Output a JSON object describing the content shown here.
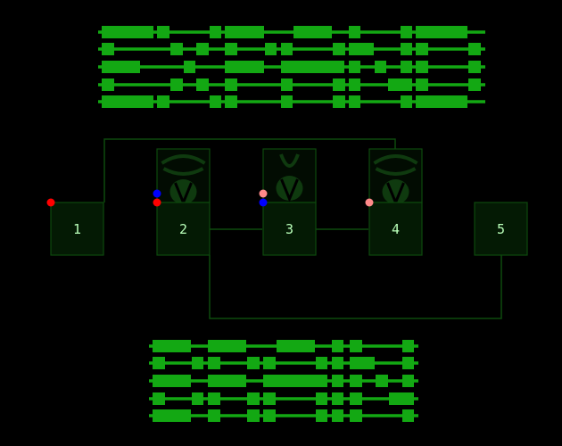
{
  "colors": {
    "background": "#000000",
    "bar": "#13a813",
    "box_fill": "#041a04",
    "box_stroke": "#0d4a0d",
    "wire": "#0d4a0d",
    "label": "#b9ffb9",
    "glyph": "#0f3a0f",
    "dot_red": "#ff0000",
    "dot_blue": "#0000ff",
    "dot_pink": "#ff8a8a"
  },
  "boxes": [
    {
      "label": "1",
      "has_glyph": false
    },
    {
      "label": "2",
      "has_glyph": true
    },
    {
      "label": "3",
      "has_glyph": true
    },
    {
      "label": "4",
      "has_glyph": true
    },
    {
      "label": "5",
      "has_glyph": false
    }
  ],
  "markers": [
    {
      "box": "1",
      "color": "red"
    },
    {
      "box": "2",
      "color": "blue"
    },
    {
      "box": "2",
      "color": "red"
    },
    {
      "box": "3",
      "color": "pink"
    },
    {
      "box": "3",
      "color": "blue"
    },
    {
      "box": "4",
      "color": "pink"
    }
  ],
  "icons": [
    "beetle-icon",
    "beetle-icon",
    "beetle-icon"
  ]
}
